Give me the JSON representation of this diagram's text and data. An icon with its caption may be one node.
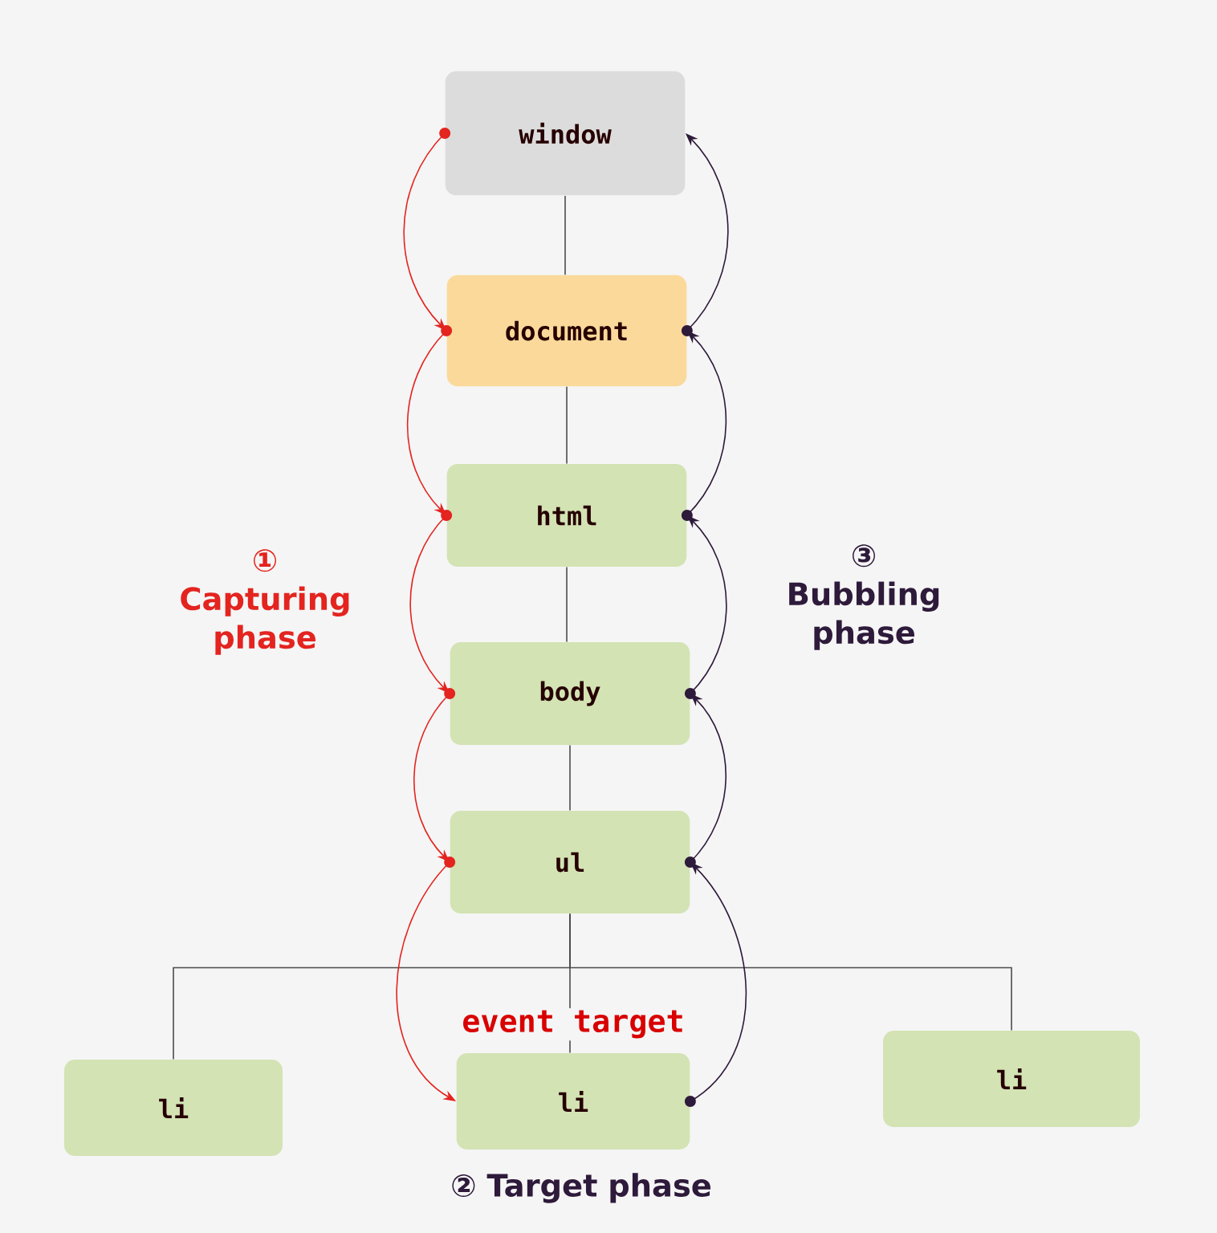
{
  "diagram": {
    "nodes": [
      {
        "text": [
          "window"
        ]
      },
      {
        "text": [
          "document"
        ]
      },
      {
        "text": [
          "html"
        ]
      },
      {
        "text": [
          "body"
        ]
      },
      {
        "text": [
          "ul"
        ]
      },
      {
        "text": [
          "li"
        ]
      },
      {
        "text": [
          "li"
        ],
        "beside": [
          "event target"
        ]
      },
      {
        "text": [
          "li"
        ]
      }
    ],
    "edges": [
      {
        "from": 0,
        "to": 1,
        "arrow": "none"
      },
      {
        "from": 1,
        "to": 2,
        "arrow": "none"
      },
      {
        "from": 2,
        "to": 3,
        "arrow": "none"
      },
      {
        "from": 3,
        "to": 4,
        "arrow": "none"
      },
      {
        "from": 4,
        "to": 5,
        "arrow": "none"
      },
      {
        "from": 4,
        "to": 6,
        "arrow": "none"
      },
      {
        "from": 4,
        "to": 7,
        "arrow": "none"
      },
      {
        "from": 0,
        "to": 1,
        "arrow": "to",
        "color": "#e3241f"
      },
      {
        "from": 1,
        "to": 2,
        "arrow": "to",
        "color": "#e3241f"
      },
      {
        "from": 2,
        "to": 3,
        "arrow": "to",
        "color": "#e3241f"
      },
      {
        "from": 3,
        "to": 4,
        "arrow": "to",
        "color": "#e3241f"
      },
      {
        "from": 4,
        "to": 6,
        "arrow": "to",
        "color": "#e3241f"
      },
      {
        "from": 6,
        "to": 4,
        "arrow": "to",
        "color": "#2e1a3a"
      },
      {
        "from": 4,
        "to": 3,
        "arrow": "to",
        "color": "#2e1a3a"
      },
      {
        "from": 3,
        "to": 2,
        "arrow": "to",
        "color": "#2e1a3a"
      },
      {
        "from": 2,
        "to": 1,
        "arrow": "to",
        "color": "#2e1a3a"
      },
      {
        "from": 1,
        "to": 0,
        "arrow": "to",
        "color": "#2e1a3a"
      }
    ],
    "labels": [
      "① Capturing phase",
      "③ Bubbling phase",
      "② Target phase"
    ]
  }
}
